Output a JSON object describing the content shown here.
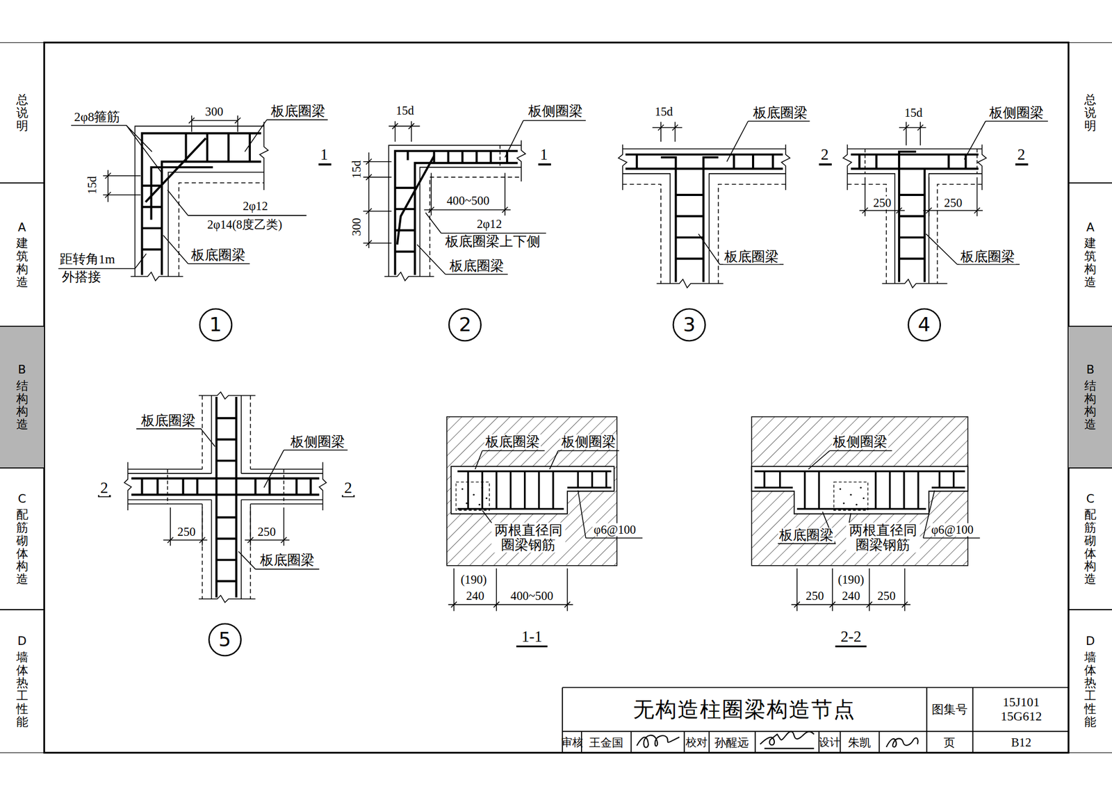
{
  "diagram": {
    "title": "无构造柱圈梁构造节点",
    "nodes": [
      {
        "text": [
          "总说明"
        ]
      },
      {
        "text": [
          "A",
          "建筑构造"
        ]
      },
      {
        "text": [
          "B",
          "结构构造"
        ]
      },
      {
        "text": [
          "C",
          "配筋砌体构造"
        ]
      },
      {
        "text": [
          "D",
          "墙体热工性能"
        ]
      },
      {
        "text": [
          "1"
        ]
      },
      {
        "text": [
          "2"
        ]
      },
      {
        "text": [
          "3"
        ]
      },
      {
        "text": [
          "4"
        ]
      },
      {
        "text": [
          "5"
        ]
      },
      {
        "text": [
          "总说明"
        ]
      },
      {
        "text": [
          "A",
          "建筑构造"
        ]
      },
      {
        "text": [
          "B",
          "结构构造"
        ]
      },
      {
        "text": [
          "C",
          "配筋砌体构造"
        ]
      },
      {
        "text": [
          "D",
          "墙体热工性能"
        ]
      }
    ],
    "labels": [
      "2φ8箍筋",
      "300",
      "板底圈梁",
      "15d",
      "2φ12",
      "2φ14(8度乙类)",
      "距转角1m",
      "外搭接",
      "板底圈梁",
      "15d",
      "板侧圈梁",
      "1",
      "1",
      "15d",
      "300",
      "400~500",
      "2φ12",
      "板底圈梁上下侧",
      "板底圈梁",
      "15d",
      "板底圈梁",
      "板底圈梁",
      "15d",
      "板侧圈梁",
      "2",
      "2",
      "250",
      "250",
      "板底圈梁",
      "板底圈梁",
      "板侧圈梁",
      "2",
      "2",
      "250",
      "250",
      "板底圈梁",
      "板底圈梁",
      "板侧圈梁",
      "两根直径同 圈梁钢筋",
      "φ6@100",
      "(190)",
      "240",
      "400~500",
      "1-1",
      "板侧圈梁",
      "板底圈梁",
      "两根直径同 圈梁钢筋",
      "φ6@100",
      "(190)",
      "250",
      "240",
      "250",
      "2-2",
      "图集号",
      "15J101 15G612",
      "审核",
      "王金国",
      "校对",
      "孙醒远",
      "设计",
      "朱凯",
      "页",
      "B12"
    ]
  }
}
